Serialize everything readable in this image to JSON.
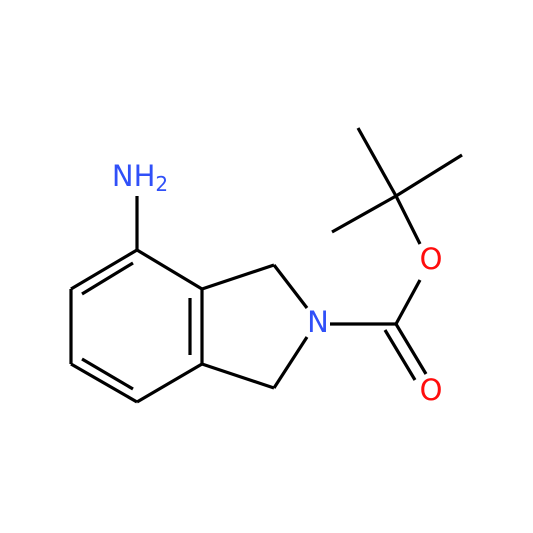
{
  "molecule": {
    "atoms": {
      "amine": {
        "element": "N",
        "hydrogens": "H",
        "hcount": "2",
        "color": "#3050F8"
      },
      "ring_nitrogen": {
        "element": "N",
        "color": "#3050F8"
      },
      "ester_oxygen": {
        "element": "O",
        "color": "#FF0D0D"
      },
      "carbonyl_oxygen": {
        "element": "O",
        "color": "#FF0D0D"
      }
    },
    "bond_color": "#000000"
  }
}
